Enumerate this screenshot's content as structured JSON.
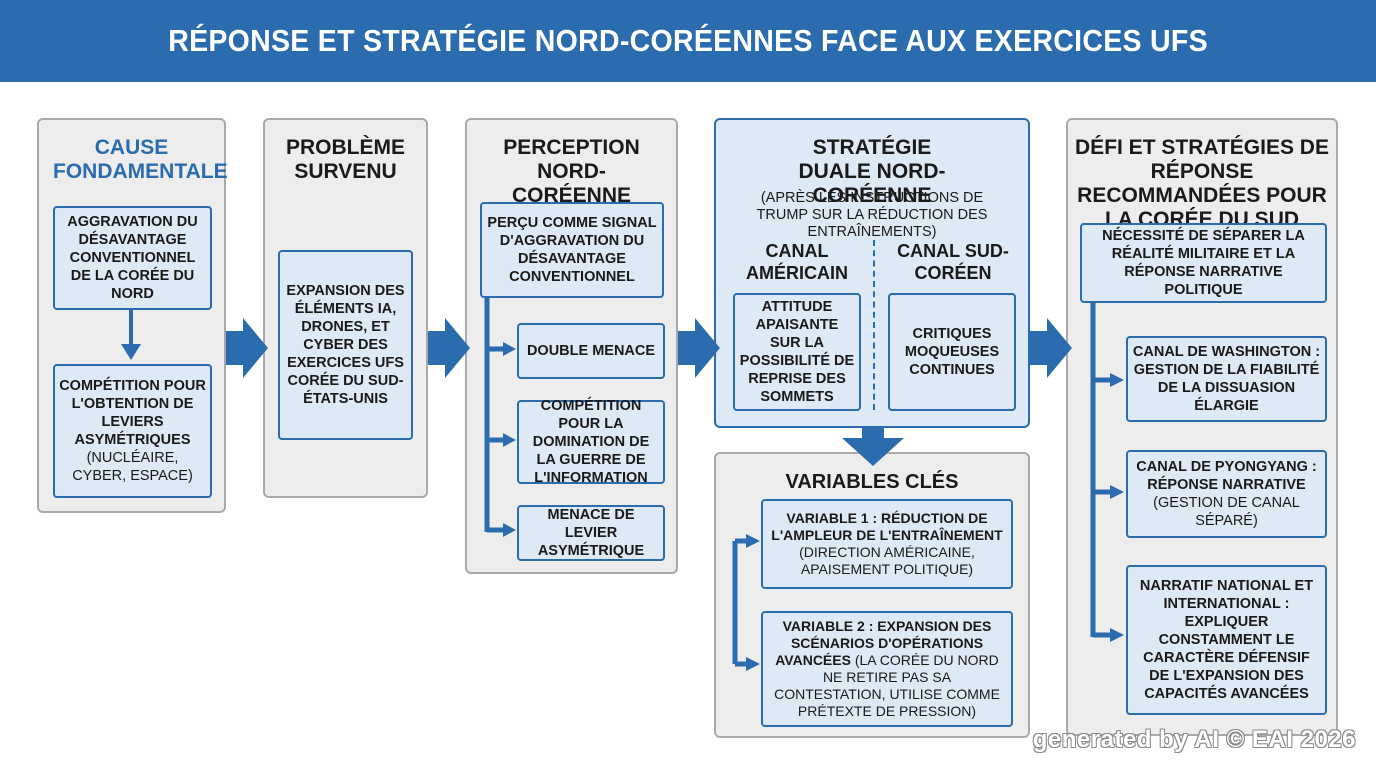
{
  "header": {
    "title": "RÉPONSE ET STRATÉGIE NORD-CORÉENNES FACE AUX EXERCICES UFS"
  },
  "col1": {
    "title": "CAUSE FONDAMENTALE",
    "box1": "AGGRAVATION DU DÉSAVANTAGE CONVENTIONNEL DE LA CORÉE DU NORD",
    "box2_main": "COMPÉTITION POUR L'OBTENTION DE LEVIERS ASYMÉTRIQUES",
    "box2_note": "(NUCLÉAIRE, CYBER, ESPACE)"
  },
  "col2": {
    "title": "PROBLÈME SURVENU",
    "box1": "EXPANSION DES ÉLÉMENTS IA, DRONES, ET CYBER DES EXERCICES UFS CORÉE DU SUD-ÉTATS-UNIS"
  },
  "col3": {
    "title": "PERCEPTION NORD-CORÉENNE",
    "top_box": "PERÇU COMME SIGNAL D'AGGRAVATION DU DÉSAVANTAGE CONVENTIONNEL",
    "items": [
      "DOUBLE MENACE",
      "COMPÉTITION POUR LA DOMINATION DE LA GUERRE DE L'INFORMATION",
      "MENACE DE LEVIER ASYMÉTRIQUE"
    ]
  },
  "col4": {
    "title": "STRATÉGIE DUALE NORD-CORÉENNE",
    "subtitle": "(APRÈS LES INSTRUCTIONS DE TRUMP SUR LA RÉDUCTION DES ENTRAÎNEMENTS)",
    "canal_us": "CANAL AMÉRICAIN",
    "canal_sk": "CANAL SUD-CORÉEN",
    "box_us": "ATTITUDE APAISANTE SUR LA POSSIBILITÉ DE REPRISE DES SOMMETS",
    "box_sk": "CRITIQUES MOQUEUSES CONTINUES"
  },
  "variables": {
    "title": "VARIABLES CLÉS",
    "v1_main": "VARIABLE 1 : RÉDUCTION DE L'AMPLEUR DE L'ENTRAÎNEMENT",
    "v1_note": "(DIRECTION AMÉRICAINE, APAISEMENT POLITIQUE)",
    "v2_main": "VARIABLE 2 : EXPANSION DES SCÉNARIOS D'OPÉRATIONS AVANCÉES",
    "v2_note": "(LA CORÉE DU NORD NE RETIRE PAS SA CONTESTATION, UTILISE COMME PRÉTEXTE DE PRESSION)"
  },
  "col5": {
    "title": "DÉFI ET STRATÉGIES DE RÉPONSE RECOMMANDÉES POUR LA CORÉE DU SUD",
    "top_box": "NÉCESSITÉ DE SÉPARER LA RÉALITÉ MILITAIRE ET LA RÉPONSE NARRATIVE POLITIQUE",
    "item1": "CANAL DE WASHINGTON : GESTION DE LA FIABILITÉ DE LA DISSUASION ÉLARGIE",
    "item2_main": "CANAL DE PYONGYANG : RÉPONSE NARRATIVE",
    "item2_note": "(GESTION DE CANAL SÉPARÉ)",
    "item3": "NARRATIF NATIONAL ET INTERNATIONAL : EXPLIQUER CONSTAMMENT LE CARACTÈRE DÉFENSIF DE L'EXPANSION DES CAPACITÉS AVANCÉES"
  },
  "watermark": "generated by AI © EAI 2026",
  "colors": {
    "accent": "#2b6cae",
    "panel": "#ededed",
    "box": "#dde9f4"
  }
}
